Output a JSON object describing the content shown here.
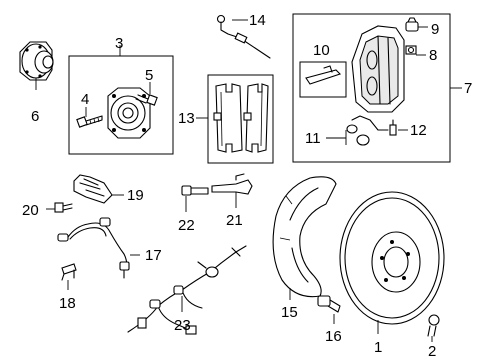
{
  "diagram": {
    "type": "exploded-parts-diagram",
    "callouts": {
      "c1": "1",
      "c2": "2",
      "c3": "3",
      "c4": "4",
      "c5": "5",
      "c6": "6",
      "c7": "7",
      "c8": "8",
      "c9": "9",
      "c10": "10",
      "c11": "11",
      "c12": "12",
      "c13": "13",
      "c14": "14",
      "c15": "15",
      "c16": "16",
      "c17": "17",
      "c18": "18",
      "c19": "19",
      "c20": "20",
      "c21": "21",
      "c22": "22",
      "c23": "23"
    },
    "icons": {
      "hub": "hub-flange-icon",
      "bearing": "wheel-bearing-icon",
      "bolt": "bolt-icon",
      "pads": "brake-pad-icon",
      "wear_sensor": "wear-sensor-wire-icon",
      "caliper": "brake-caliper-icon",
      "rotor": "brake-rotor-icon",
      "shield": "dust-shield-icon",
      "abs_sensor": "abs-sensor-icon",
      "harness": "wiring-harness-icon",
      "clip": "clip-icon",
      "nut": "nut-icon"
    }
  }
}
